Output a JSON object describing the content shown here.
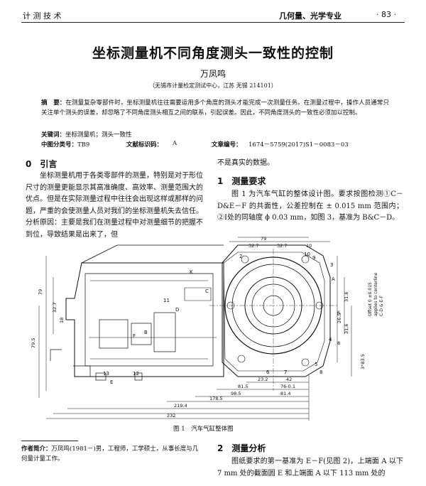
{
  "header": {
    "journal": "计 测 技 术",
    "section": "几何量、光学专业",
    "page": "· 83 ·"
  },
  "article": {
    "title": "坐标测量机不同角度测头一致性的控制",
    "author": "万凤鸣",
    "affiliation": "（无锡市计量检定测试中心，江苏 无锡 214101）",
    "abstract_label": "摘　要：",
    "abstract_text": "在测量复杂零部件时，坐标测量机往往需要运用多个角度的测头才能完成一次测量任务。在测量过程中，操作人员通常只关注单个测头的误差，却忽略了不同角度测头相互之间的联系，引起误差。因此，不同角度测头的一致性必须加以控制。",
    "keywords_label": "关键词：",
    "keywords": "坐标测量机；测头一致性",
    "clc_label": "中图分类号：",
    "clc": "TB9",
    "doc_code_label": "文献标识码：",
    "doc_code": "A",
    "article_no_label": "文章编号：",
    "article_no": "1674－5759(2017)S1－0083－03"
  },
  "sections": {
    "intro_heading": "0　引言",
    "intro_text": "坐标测量机用于各类零部件的测量，特别是对于形位尺寸的测量更能显示其高准确度、高效率、测量范围大的优点。但是在实际测量过程中往往会出现这样或那样的问题，严重的会使测量人员对我们的坐标测量机失去信任。分析原因：主要是我们在测量过程中对测量细节的把握不到位，导致结果是出来了，但",
    "intro_cont": "不是真实的数据。",
    "req_heading": "1　测量要求",
    "req_text": "图 1 为汽车气缸的整体设计图。要求按图检测①C－D&E－F 的共面性，公差控制在 ± 0.015 mm 范围内；②Ⅰ处的同轴度 ϕ 0.03 mm，如图 3，基准为 B&C－D。",
    "analysis_heading": "2　测量分析",
    "analysis_text": "图纸要求的第一基准为 E－F(见图 2)，上端面 A 以下 7 mm 处的截面圆 E 和上端面 A 以下 113 mm 处的"
  },
  "figure": {
    "caption": "图 1　汽车气缸整体图",
    "dims_top": [
      "79",
      "32.7",
      "32.7",
      "10"
    ],
    "dims_bottom": [
      "23.2",
      "42",
      "81.5",
      "76-0.1",
      "98.5",
      "81.4",
      "178.5",
      "219.4",
      "232"
    ],
    "dims_left": [
      "79",
      "32.7",
      "18",
      "79.5"
    ],
    "dims_right": [
      "31.6",
      "26.5",
      "31.6",
      "3*83.5",
      "6",
      "8"
    ],
    "annotation": [
      "Offset 0 ±0.015",
      "applies to centerline",
      "C-D & E-F"
    ],
    "labels": [
      "2",
      "3",
      "4",
      "5",
      "6",
      "7",
      "8",
      "9",
      "10",
      "11",
      "12",
      "13",
      "K",
      "D",
      "E",
      "F",
      "C",
      "A",
      "B"
    ]
  },
  "footnote": {
    "label": "作者简介：",
    "text": "万凤鸣(1981－)男，工程师，工学硕士，从事长度与几何量计量工作。"
  }
}
